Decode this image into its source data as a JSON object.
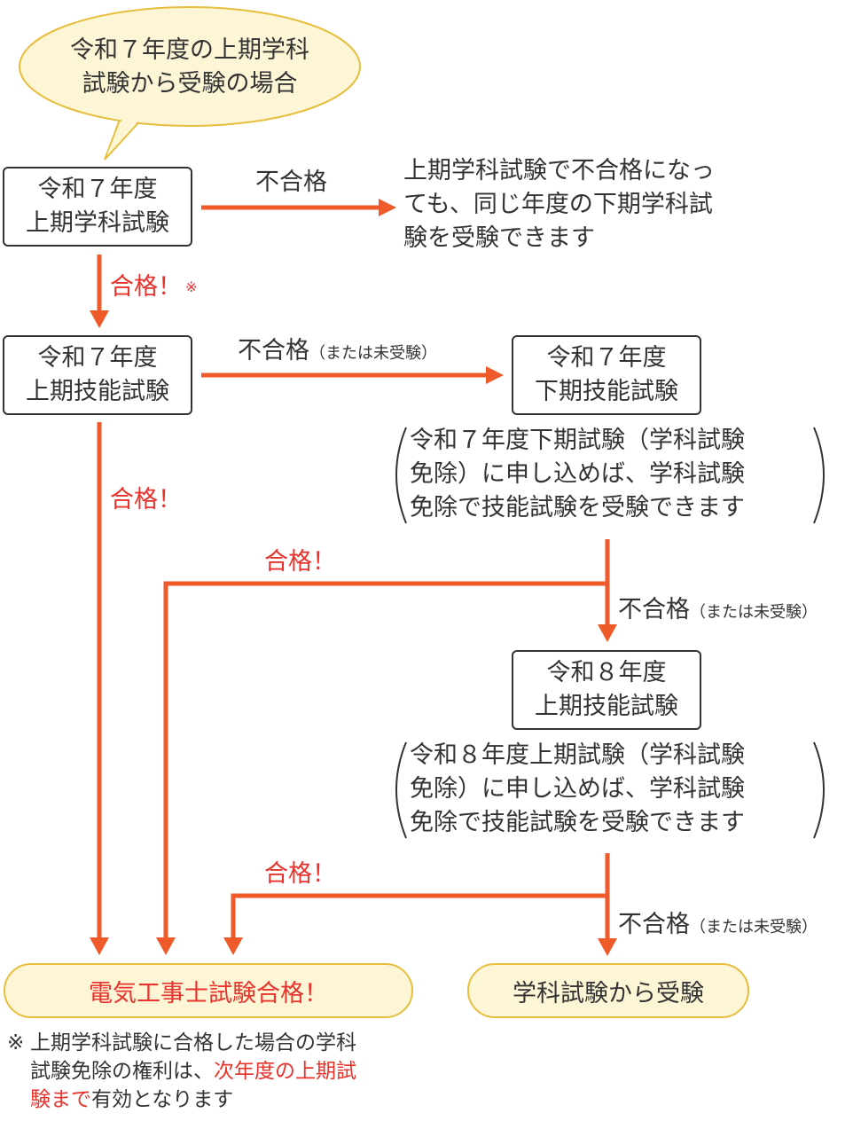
{
  "bubble": {
    "line1": "令和７年度の上期学科",
    "line2": "試験から受験の場合"
  },
  "box_academic": {
    "line1": "令和７年度",
    "line2": "上期学科試験"
  },
  "fail_label_1": "不合格",
  "fail_note": {
    "line1": "上期学科試験で不合格になっ",
    "line2": "ても、同じ年度の下期学科試",
    "line3": "験を受験できます"
  },
  "pass_label_1": "合格！",
  "pass_mark": "※",
  "box_skill_r7_first": {
    "line1": "令和７年度",
    "line2": "上期技能試験"
  },
  "fail_label_2": "不合格",
  "fail_label_2_sub": "（または未受験）",
  "box_skill_r7_second": {
    "line1": "令和７年度",
    "line2": "下期技能試験"
  },
  "note_r7": {
    "line1": "令和７年度下期試験（学科試験",
    "line2": "免除）に申し込めば、学科試験",
    "line3": "免除で技能試験を受験できます"
  },
  "pass_label_2": "合格！",
  "pass_label_3": "合格！",
  "fail_label_3": "不合格",
  "fail_label_3_sub": "（または未受験）",
  "box_skill_r8": {
    "line1": "令和８年度",
    "line2": "上期技能試験"
  },
  "note_r8": {
    "line1": "令和８年度上期試験（学科試験",
    "line2": "免除）に申し込めば、学科試験",
    "line3": "免除で技能試験を受験できます"
  },
  "pass_label_4": "合格！",
  "fail_label_4": "不合格",
  "fail_label_4_sub": "（または未受験）",
  "result_pass": "電気工事士試験合格！",
  "result_retry": "学科試験から受験",
  "footnote": {
    "mark": "※",
    "text1": "上期学科試験に合格した場合の学科",
    "text2": "試験免除の権利は、",
    "highlight1": "次年度の上期試",
    "highlight2": "験まで",
    "text3": "有効となります"
  },
  "colors": {
    "arrow": "#ee5a2a",
    "pass_text": "#e8322c",
    "pill_fill": "#fdf6d6",
    "pill_border": "#e7be3c"
  }
}
